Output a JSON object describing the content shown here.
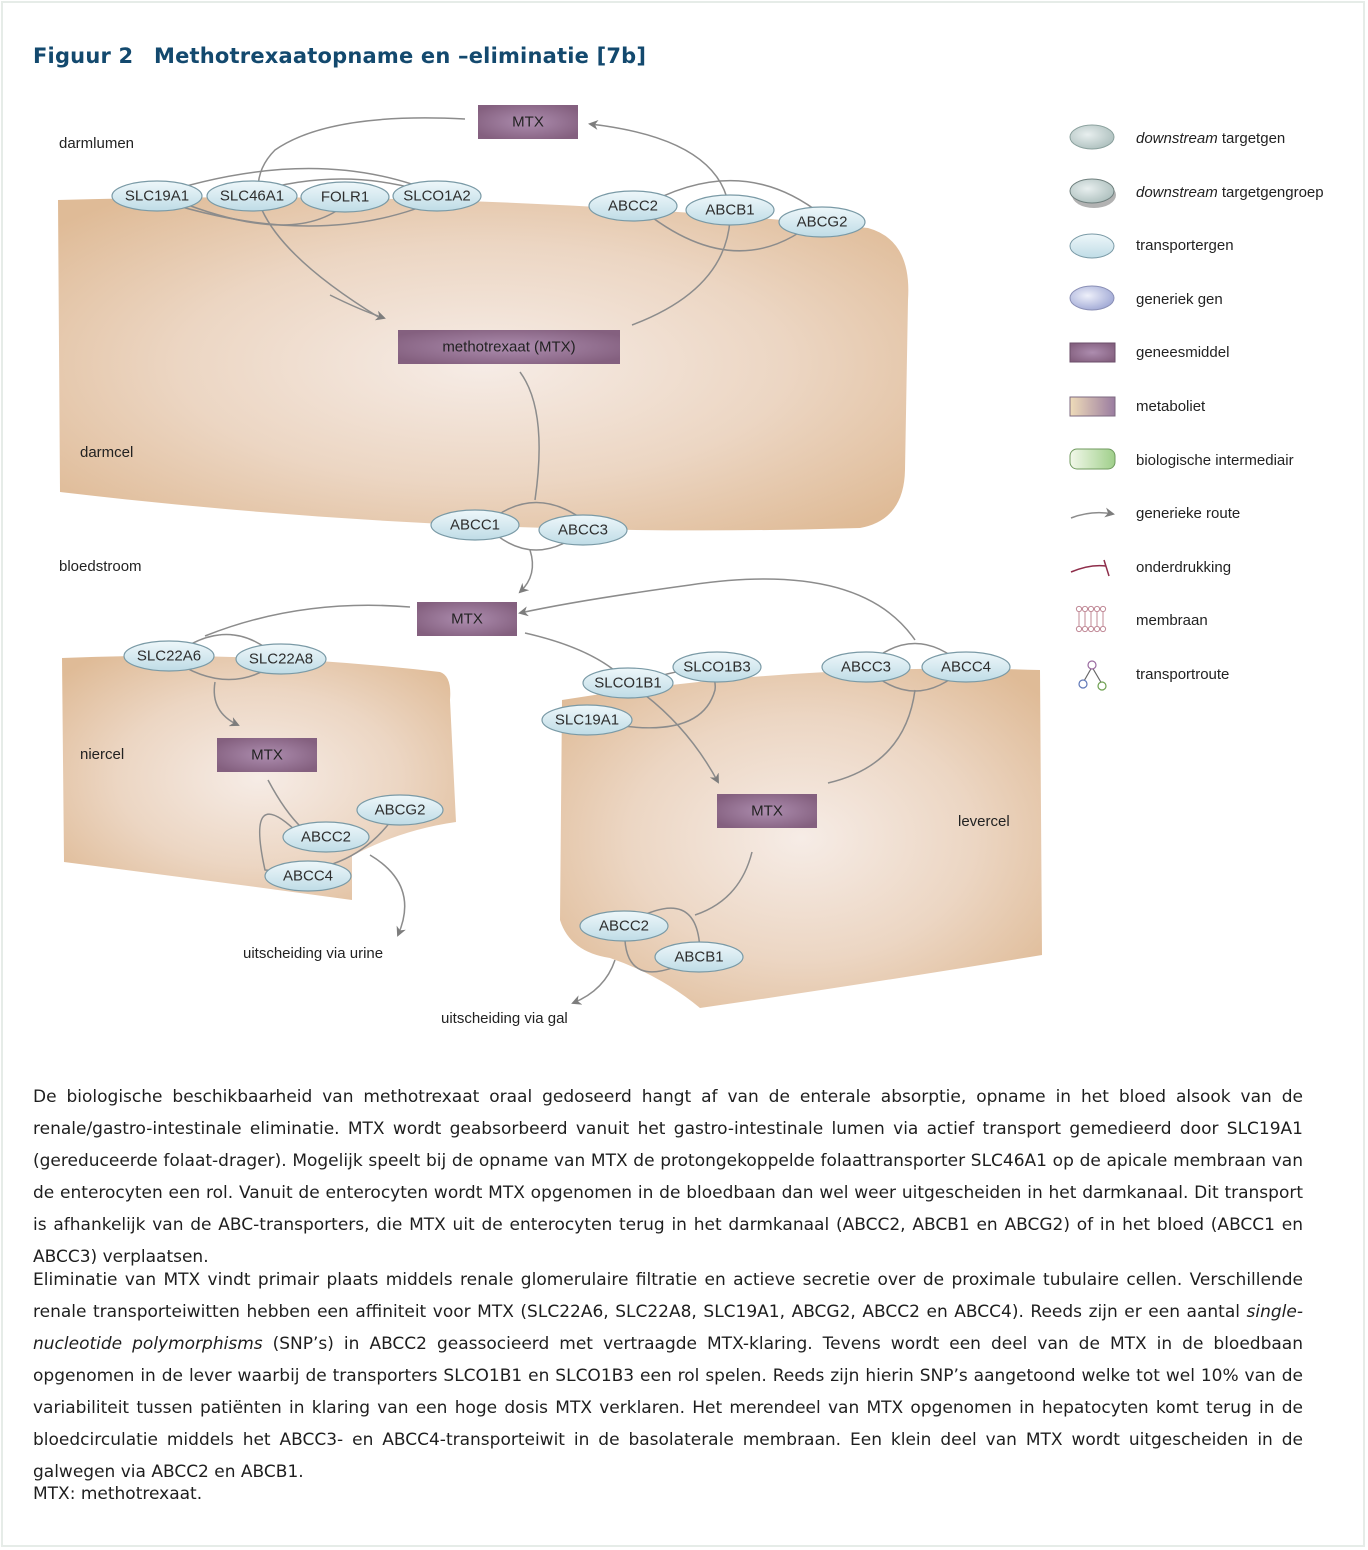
{
  "figure": {
    "number": "Figuur 2",
    "title": "Methotrexaatopname en –eliminatie [7b]"
  },
  "regions": {
    "darmlumen": "darmlumen",
    "darmcel": "darmcel",
    "bloedstroom": "bloedstroom",
    "niercel": "niercel",
    "levercel": "levercel",
    "urine": "uitscheiding via urine",
    "gal": "uitscheiding via gal"
  },
  "drugs": {
    "mtx": "MTX",
    "mtx_full": "methotrexaat (MTX)"
  },
  "genes": {
    "gut_uptake": [
      "SLC19A1",
      "SLC46A1",
      "FOLR1",
      "SLCO1A2"
    ],
    "gut_efflux_lumen": [
      "ABCC2",
      "ABCB1",
      "ABCG2"
    ],
    "gut_efflux_blood": [
      "ABCC1",
      "ABCC3"
    ],
    "kidney_uptake": [
      "SLC22A6",
      "SLC22A8"
    ],
    "kidney_efflux": [
      "ABCG2",
      "ABCC2",
      "ABCC4"
    ],
    "liver_uptake": [
      "SLCO1B1",
      "SLCO1B3",
      "SLC19A1"
    ],
    "liver_efflux_blood": [
      "ABCC3",
      "ABCC4"
    ],
    "liver_efflux_bile": [
      "ABCC2",
      "ABCB1"
    ]
  },
  "legend": {
    "downstream_target_em": "downstream",
    "downstream_target_rest": " targetgen",
    "downstream_group_em": "downstream",
    "downstream_group_rest": " targetgengroep",
    "transporter": "transportergen",
    "generic_gene": "generiek gen",
    "drug": "geneesmiddel",
    "metabolite": "metaboliet",
    "intermediate": "biologische intermediair",
    "route": "generieke route",
    "inhibition": "onderdrukking",
    "membrane": "membraan",
    "transport_route": "transportroute"
  },
  "colors": {
    "title": "#13496e",
    "cell": "#e7c9a9",
    "transporter": "#cfe6ee",
    "drug": "#8e6a92",
    "line": "#8c8c8c"
  },
  "text": {
    "p1": "De biologische beschikbaarheid van methotrexaat oraal gedoseerd hangt af van de enterale absorptie, opname in het bloed alsook van de renale/gastro-intestinale eliminatie. MTX wordt geabsorbeerd vanuit het gastro-intestinale lumen via actief transport gemedieerd door SLC19A1 (gereduceerde folaat-drager). Mogelijk speelt bij de opname van MTX de protongekoppelde folaattransporter SLC46A1 op de apicale membraan van de enterocyten een rol. Vanuit de enterocyten wordt MTX opgenomen in de bloedbaan dan wel weer uitgescheiden in het darmkanaal. Dit transport is afhankelijk van de ABC-transporters, die MTX uit de enterocyten terug in het darmkanaal (ABCC2, ABCB1 en ABCG2) of in het bloed (ABCC1 en ABCC3) verplaatsen.",
    "p2_a": "Eliminatie van MTX vindt primair plaats middels renale glomerulaire filtratie en actieve secretie over de proximale tubulaire cellen. Verschillende renale transporteiwitten hebben een affiniteit voor MTX (SLC22A6, SLC22A8, SLC19A1, ABCG2, ABCC2 en ABCC4). Reeds zijn er een aantal ",
    "p2_em": "single-nucleotide polymorphisms",
    "p2_b": " (SNP’s) in ABCC2 geassocieerd met vertraagde MTX-klaring. Tevens wordt een deel van de MTX in de bloedbaan opgenomen in de lever waarbij de transporters SLCO1B1 en SLCO1B3 een rol spelen. Reeds zijn hierin SNP’s aangetoond welke tot wel 10% van de variabiliteit tussen patiënten in klaring van een hoge dosis MTX verklaren. Het merendeel van MTX opgenomen in hepatocyten komt terug in de bloedcirculatie middels het ABCC3- en ABCC4-transporteiwit in de basolaterale membraan. Een klein deel van MTX wordt uitgescheiden in de galwegen via ABCC2 en ABCB1.",
    "p3": "MTX: methotrexaat."
  }
}
